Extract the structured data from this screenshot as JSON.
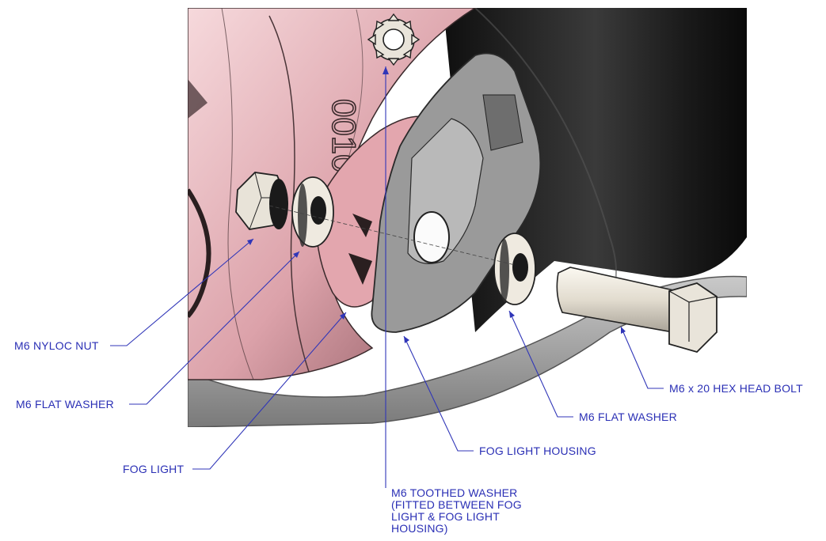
{
  "diagram": {
    "engraving": "0010",
    "parts": [
      {
        "id": "nyloc_nut",
        "label": "M6 NYLOC NUT"
      },
      {
        "id": "flat_washer_front",
        "label": "M6 FLAT WASHER"
      },
      {
        "id": "fog_light",
        "label": "FOG LIGHT"
      },
      {
        "id": "toothed_washer",
        "label_lines": [
          "M6 TOOTHED WASHER",
          "(FITTED BETWEEN FOG",
          "LIGHT & FOG LIGHT",
          "HOUSING)"
        ]
      },
      {
        "id": "fog_light_housing",
        "label": "FOG LIGHT HOUSING"
      },
      {
        "id": "flat_washer_rear",
        "label": "M6 FLAT WASHER"
      },
      {
        "id": "hex_head_bolt",
        "label": "M6 x 20 HEX HEAD BOLT"
      }
    ],
    "colors": {
      "label": "#2a2fb5",
      "fog_light_body": "#e6b3b8",
      "housing_dark": "#1c1c1c",
      "housing_grey": "#a9a9a9",
      "metal": "#e9e4da"
    }
  }
}
